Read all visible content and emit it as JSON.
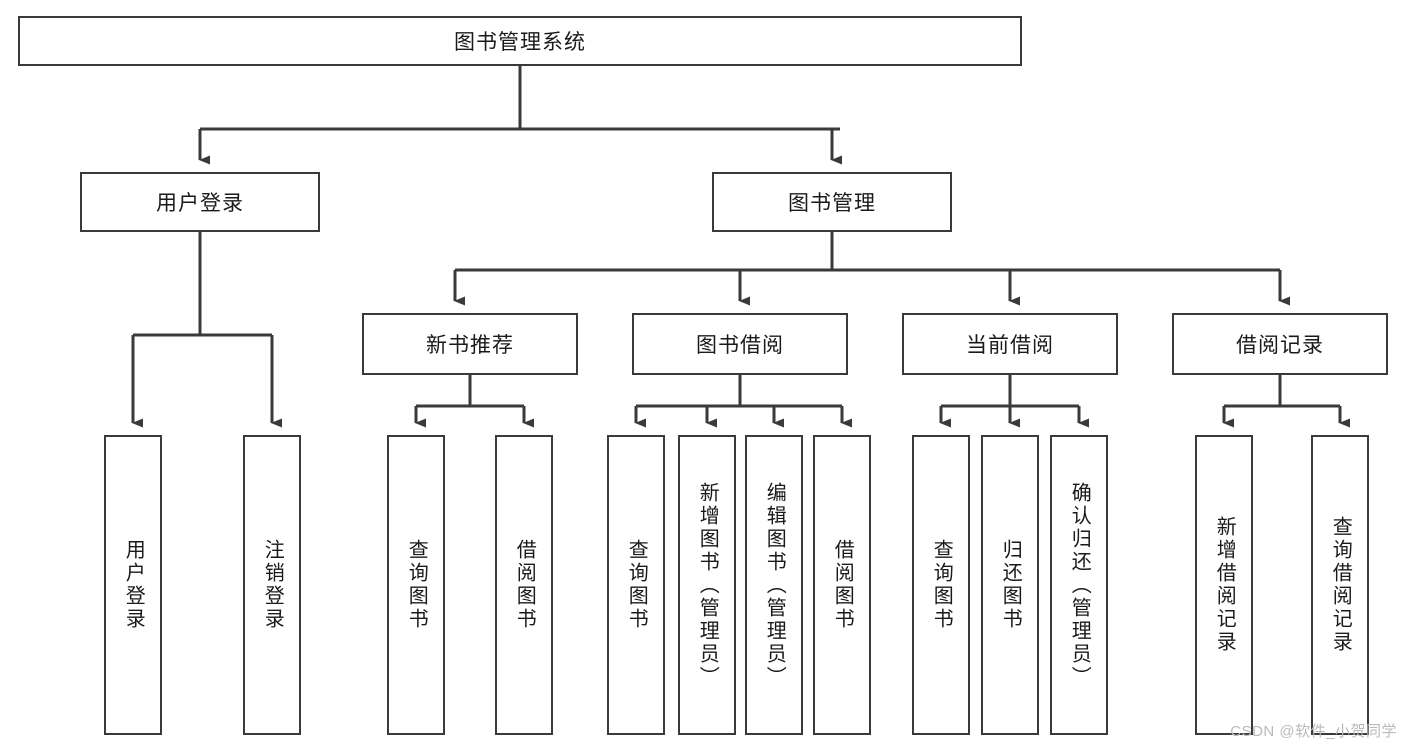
{
  "diagram": {
    "title": "图书管理系统",
    "type": "tree-hierarchy-diagram",
    "watermark": "CSDN @软件_小贺同学",
    "colors": {
      "box_border": "#3a3a3a",
      "box_fill": "#ffffff",
      "connector": "#3a3a3a",
      "text": "#1a1a1a",
      "watermark": "#b9b9b9",
      "background": "#ffffff"
    },
    "root": {
      "label": "图书管理系统"
    },
    "level1": [
      {
        "id": "user-login",
        "label": "用户登录"
      },
      {
        "id": "book-manage",
        "label": "图书管理"
      }
    ],
    "level2": [
      {
        "id": "new-book-recommend",
        "label": "新书推荐"
      },
      {
        "id": "book-borrow",
        "label": "图书借阅"
      },
      {
        "id": "current-borrow",
        "label": "当前借阅"
      },
      {
        "id": "borrow-record",
        "label": "借阅记录"
      }
    ],
    "leaves": {
      "user_login": [
        {
          "id": "leaf-user-login",
          "label": "用户登录"
        },
        {
          "id": "leaf-logout-login",
          "label": "注销登录"
        }
      ],
      "new_book_recommend": [
        {
          "id": "leaf-query-book-1",
          "label": "查询图书"
        },
        {
          "id": "leaf-borrow-book-1",
          "label": "借阅图书"
        }
      ],
      "book_borrow": [
        {
          "id": "leaf-query-book-2",
          "label": "查询图书"
        },
        {
          "id": "leaf-add-book-admin",
          "label": "新增图书（管理员）"
        },
        {
          "id": "leaf-edit-book-admin",
          "label": "编辑图书（管理员）"
        },
        {
          "id": "leaf-borrow-book-2",
          "label": "借阅图书"
        }
      ],
      "current_borrow": [
        {
          "id": "leaf-query-book-3",
          "label": "查询图书"
        },
        {
          "id": "leaf-return-book",
          "label": "归还图书"
        },
        {
          "id": "leaf-confirm-return-admin",
          "label": "确认归还（管理员）"
        }
      ],
      "borrow_record": [
        {
          "id": "leaf-add-borrow-record",
          "label": "新增借阅记录"
        },
        {
          "id": "leaf-query-borrow-record",
          "label": "查询借阅记录"
        }
      ]
    }
  }
}
